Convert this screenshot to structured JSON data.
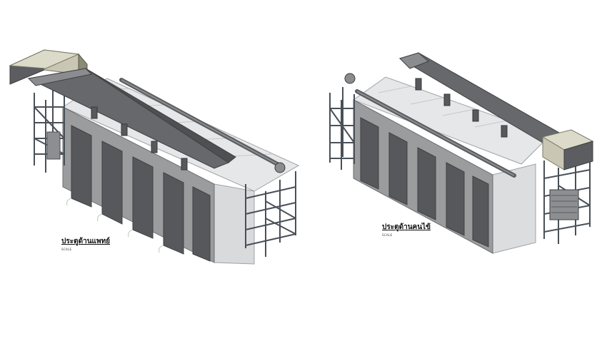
{
  "views": {
    "left": {
      "title": "ประตูด้านแพทย์",
      "scale_label": "SCALE"
    },
    "right": {
      "title": "ประตูด้านคนไข้",
      "scale_label": "SCALE"
    }
  },
  "colors": {
    "duct_dark": "#5e6063",
    "duct_mid": "#76787b",
    "ahu_box": "#c9c7b4",
    "wall_front": "#9a9b9d",
    "wall_side": "#d8d9db",
    "roof": "#e4e5e7",
    "frame": "#4a5058"
  }
}
